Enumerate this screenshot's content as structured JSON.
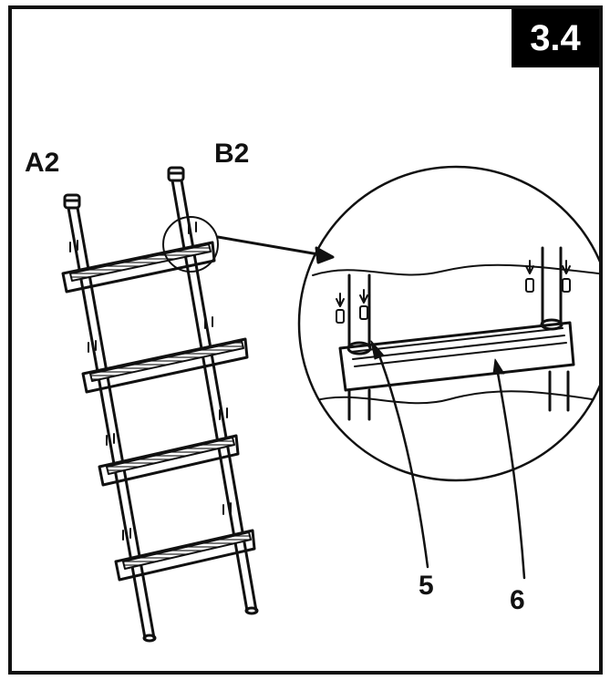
{
  "step": {
    "number": "3.4"
  },
  "labels": {
    "post_left": "A2",
    "post_right": "B2"
  },
  "callouts": {
    "pin": "5",
    "step_tread": "6"
  },
  "colors": {
    "ink": "#111111",
    "background": "#ffffff",
    "badge": "#000000"
  }
}
